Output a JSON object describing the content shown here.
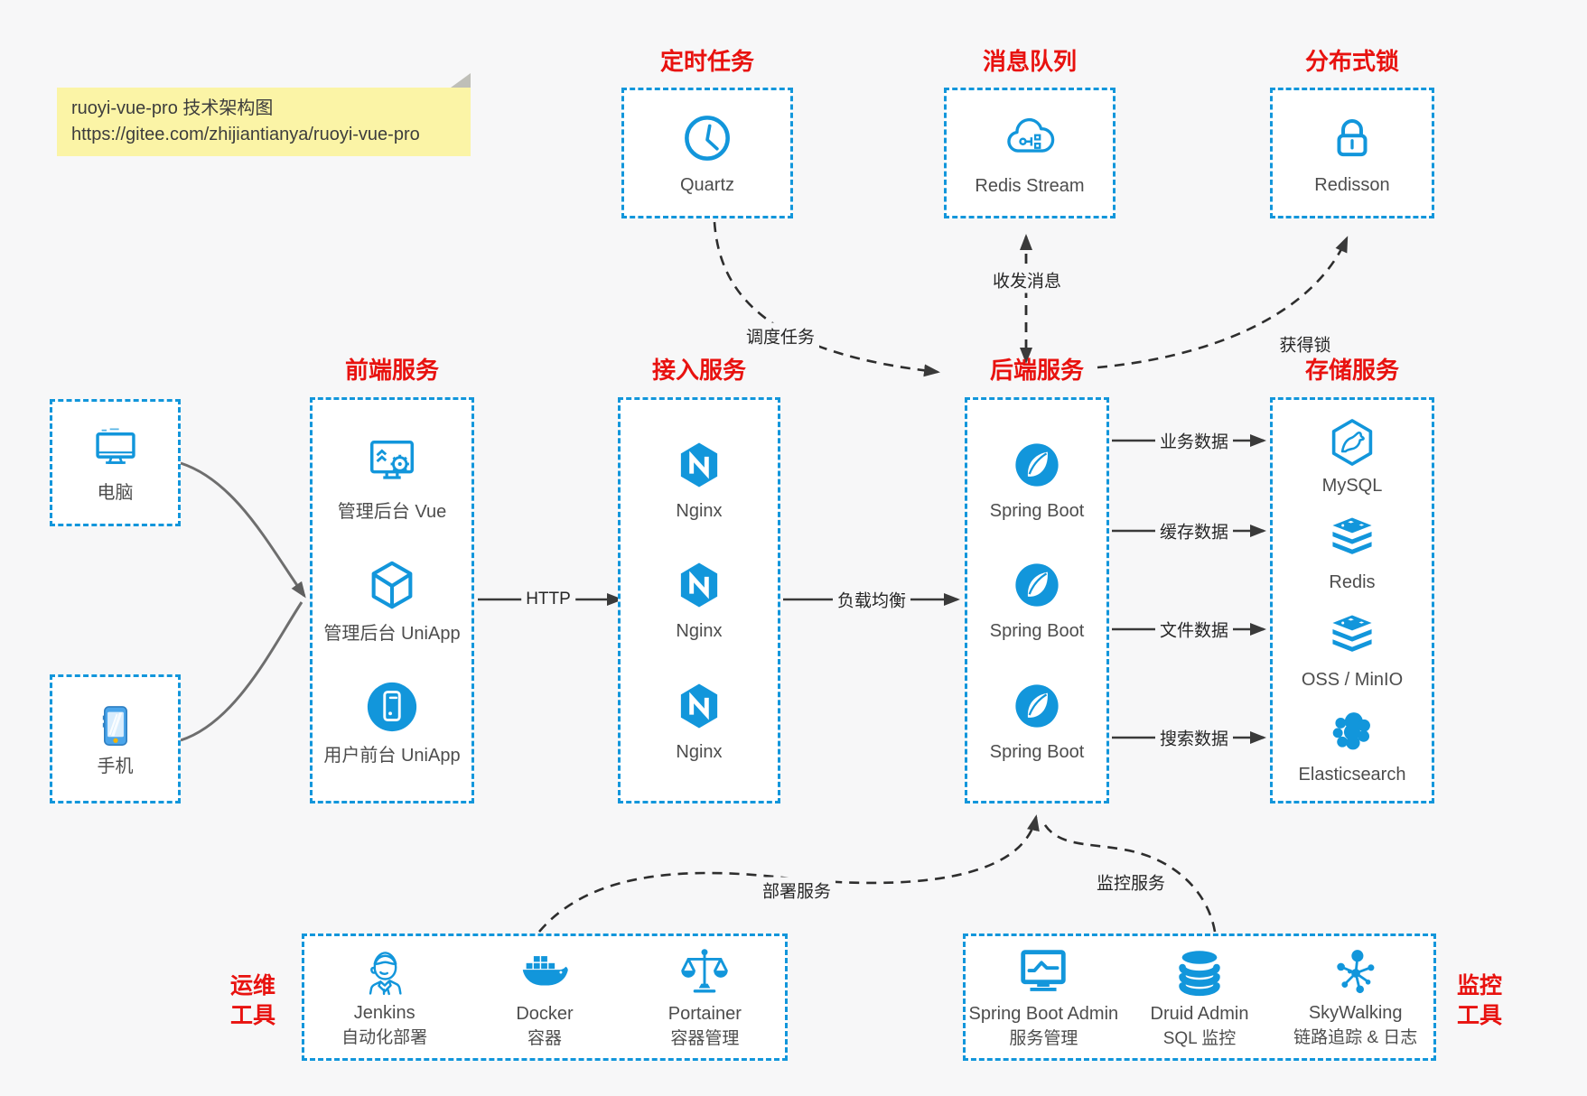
{
  "note": {
    "line1": "ruoyi-vue-pro 技术架构图",
    "line2": "https://gitee.com/zhijiantianya/ruoyi-vue-pro"
  },
  "colors": {
    "accent_blue": "#1296db",
    "title_red": "#e8120f",
    "page_bg": "#f7f7f8",
    "line_dark": "#3a3a3a",
    "note_yellow": "#fbf4a6"
  },
  "top_services": [
    {
      "title": "定时任务",
      "icon": "clock-icon",
      "label": "Quartz"
    },
    {
      "title": "消息队列",
      "icon": "cloud-icon",
      "label": "Redis Stream"
    },
    {
      "title": "分布式锁",
      "icon": "lock-icon",
      "label": "Redisson"
    }
  ],
  "clients": [
    {
      "label": "电脑",
      "icon": "desktop-icon"
    },
    {
      "label": "手机",
      "icon": "smartphone-icon"
    }
  ],
  "frontend": {
    "title": "前端服务",
    "items": [
      {
        "label": "管理后台 Vue",
        "icon": "admin-vue-icon"
      },
      {
        "label": "管理后台 UniApp",
        "icon": "uniapp-cube-icon"
      },
      {
        "label": "用户前台 UniApp",
        "icon": "user-app-icon"
      }
    ]
  },
  "gateway": {
    "title": "接入服务",
    "items": [
      {
        "label": "Nginx",
        "icon": "nginx-icon"
      },
      {
        "label": "Nginx",
        "icon": "nginx-icon"
      },
      {
        "label": "Nginx",
        "icon": "nginx-icon"
      }
    ]
  },
  "backend": {
    "title": "后端服务",
    "items": [
      {
        "label": "Spring Boot",
        "icon": "spring-boot-icon"
      },
      {
        "label": "Spring Boot",
        "icon": "spring-boot-icon"
      },
      {
        "label": "Spring Boot",
        "icon": "spring-boot-icon"
      }
    ]
  },
  "storage": {
    "title": "存储服务",
    "items": [
      {
        "label": "MySQL",
        "icon": "mysql-icon"
      },
      {
        "label": "Redis",
        "icon": "redis-icon"
      },
      {
        "label": "OSS / MinIO",
        "icon": "oss-icon"
      },
      {
        "label": "Elasticsearch",
        "icon": "elasticsearch-icon"
      }
    ]
  },
  "ops": {
    "side_line1": "运维",
    "side_line2": "工具",
    "items": [
      {
        "label": "Jenkins",
        "sublabel": "自动化部署",
        "icon": "jenkins-icon"
      },
      {
        "label": "Docker",
        "sublabel": "容器",
        "icon": "docker-icon"
      },
      {
        "label": "Portainer",
        "sublabel": "容器管理",
        "icon": "portainer-icon"
      }
    ]
  },
  "monitoring": {
    "side_line1": "监控",
    "side_line2": "工具",
    "items": [
      {
        "label": "Spring Boot Admin",
        "sublabel": "服务管理",
        "icon": "spring-boot-admin-icon"
      },
      {
        "label": "Druid Admin",
        "sublabel": "SQL 监控",
        "icon": "druid-icon"
      },
      {
        "label": "SkyWalking",
        "sublabel": "链路追踪 & 日志",
        "icon": "skywalking-icon"
      }
    ]
  },
  "edge_labels": {
    "http": "HTTP",
    "load_balance": "负载均衡",
    "schedule_task": "调度任务",
    "send_receive": "收发消息",
    "acquire_lock": "获得锁",
    "business_data": "业务数据",
    "cache_data": "缓存数据",
    "file_data": "文件数据",
    "search_data": "搜索数据",
    "deploy_service": "部署服务",
    "monitor_service": "监控服务"
  }
}
